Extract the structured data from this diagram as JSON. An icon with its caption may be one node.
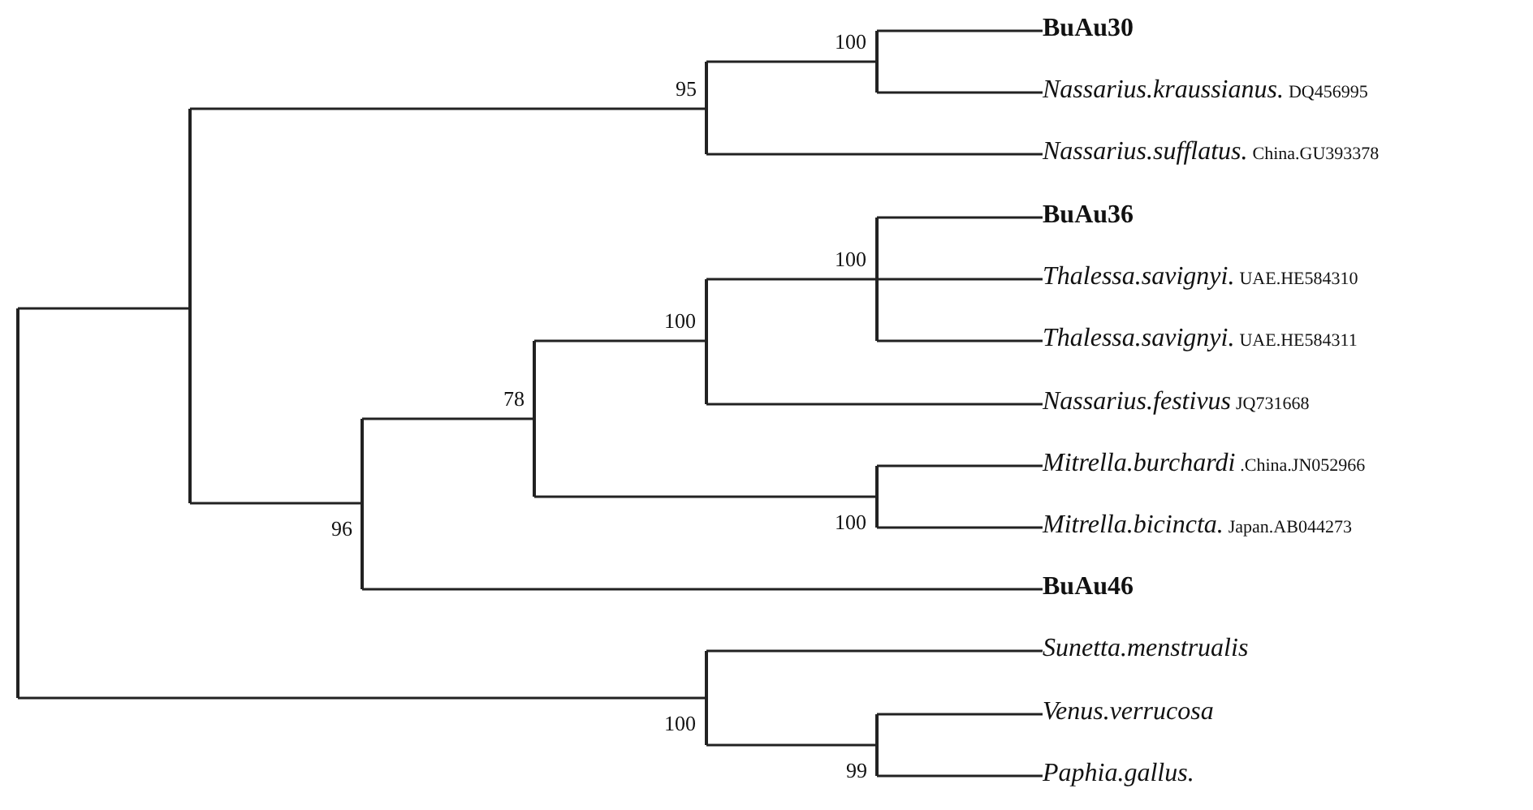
{
  "diagram": {
    "nodes": [
      {
        "text": [],
        "shape": "bar"
      },
      {
        "text": [],
        "shape": "bar"
      },
      {
        "text": [],
        "shape": "bar",
        "beside": [
          "95"
        ]
      },
      {
        "text": [],
        "shape": "bar",
        "beside": [
          "100"
        ]
      },
      {
        "text": [
          "BuAu30"
        ]
      },
      {
        "text": [
          "Nassarius.kraussianus.",
          "DQ456995"
        ]
      },
      {
        "text": [
          "Nassarius.sufflatus.",
          "China.GU393378"
        ]
      },
      {
        "text": [],
        "shape": "bar",
        "beside": [
          "96"
        ]
      },
      {
        "text": [],
        "shape": "bar",
        "beside": [
          "78"
        ]
      },
      {
        "text": [],
        "shape": "bar",
        "beside": [
          "100"
        ]
      },
      {
        "text": [],
        "shape": "bar",
        "beside": [
          "100"
        ]
      },
      {
        "text": [
          "BuAu36"
        ]
      },
      {
        "text": [
          "Thalessa.savignyi.",
          "UAE.HE584310"
        ]
      },
      {
        "text": [
          "Thalessa.savignyi.",
          "UAE.HE584311"
        ]
      },
      {
        "text": [
          "Nassarius.festivus",
          "JQ731668"
        ]
      },
      {
        "text": [],
        "shape": "bar",
        "beside": [
          "100"
        ]
      },
      {
        "text": [
          "Mitrella.burchardi",
          ".China.JN052966"
        ]
      },
      {
        "text": [
          "Mitrella.bicincta.",
          "Japan.AB044273"
        ]
      },
      {
        "text": [
          "BuAu46"
        ]
      },
      {
        "text": [],
        "shape": "bar",
        "beside": [
          "100"
        ]
      },
      {
        "text": [
          "Sunetta.menstrualis"
        ]
      },
      {
        "text": [],
        "shape": "bar",
        "beside": [
          "99"
        ]
      },
      {
        "text": [
          "Venus.verrucosa"
        ]
      },
      {
        "text": [
          "Paphia.gallus."
        ]
      }
    ],
    "edges": [
      {
        "from": 0,
        "to": 1,
        "arrow": "none"
      },
      {
        "from": 0,
        "to": 19,
        "arrow": "none"
      },
      {
        "from": 1,
        "to": 2,
        "arrow": "none"
      },
      {
        "from": 1,
        "to": 7,
        "arrow": "none"
      },
      {
        "from": 2,
        "to": 3,
        "arrow": "none"
      },
      {
        "from": 2,
        "to": 6,
        "arrow": "none"
      },
      {
        "from": 3,
        "to": 4,
        "arrow": "none"
      },
      {
        "from": 3,
        "to": 5,
        "arrow": "none"
      },
      {
        "from": 7,
        "to": 8,
        "arrow": "none"
      },
      {
        "from": 7,
        "to": 18,
        "arrow": "none"
      },
      {
        "from": 8,
        "to": 9,
        "arrow": "none"
      },
      {
        "from": 8,
        "to": 15,
        "arrow": "none"
      },
      {
        "from": 9,
        "to": 10,
        "arrow": "none"
      },
      {
        "from": 9,
        "to": 14,
        "arrow": "none"
      },
      {
        "from": 10,
        "to": 11,
        "arrow": "none"
      },
      {
        "from": 10,
        "to": 12,
        "arrow": "none"
      },
      {
        "from": 10,
        "to": 13,
        "arrow": "none"
      },
      {
        "from": 15,
        "to": 16,
        "arrow": "none"
      },
      {
        "from": 15,
        "to": 17,
        "arrow": "none"
      },
      {
        "from": 19,
        "to": 20,
        "arrow": "none"
      },
      {
        "from": 19,
        "to": 21,
        "arrow": "none"
      },
      {
        "from": 21,
        "to": 22,
        "arrow": "none"
      },
      {
        "from": 21,
        "to": 23,
        "arrow": "none"
      }
    ]
  }
}
